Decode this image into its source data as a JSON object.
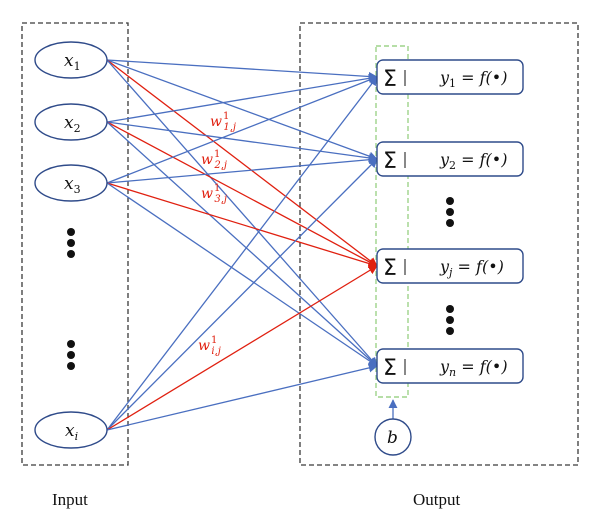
{
  "colors": {
    "box_stroke": "#3a3a3a",
    "node_stroke": "#2f4b8a",
    "blue_line": "#4a6fc0",
    "red_line": "#e02010",
    "bias_guide": "#9ed38a",
    "text": "#111111"
  },
  "captions": {
    "input": "Input",
    "output": "Output"
  },
  "inputs": [
    {
      "base": "x",
      "sub": "1"
    },
    {
      "base": "x",
      "sub": "2"
    },
    {
      "base": "x",
      "sub": "3"
    },
    {
      "base": "x",
      "sub": "i"
    }
  ],
  "outputs": [
    {
      "sum_symbol": "Σ",
      "y": "y",
      "sub": "1",
      "eq": " = f(•)"
    },
    {
      "sum_symbol": "Σ",
      "y": "y",
      "sub": "2",
      "eq": " = f(•)"
    },
    {
      "sum_symbol": "Σ",
      "y": "y",
      "sub": "j",
      "eq": " = f(•)"
    },
    {
      "sum_symbol": "Σ",
      "y": "y",
      "sub": "n",
      "eq": " = f(•)"
    }
  ],
  "bias": "b",
  "weights": [
    {
      "base": "w",
      "sup": "1",
      "sub": "1,j"
    },
    {
      "base": "w",
      "sup": "1",
      "sub": "2,j"
    },
    {
      "base": "w",
      "sup": "1",
      "sub": "3,j"
    },
    {
      "base": "w",
      "sup": "1",
      "sub": "i,j"
    }
  ]
}
